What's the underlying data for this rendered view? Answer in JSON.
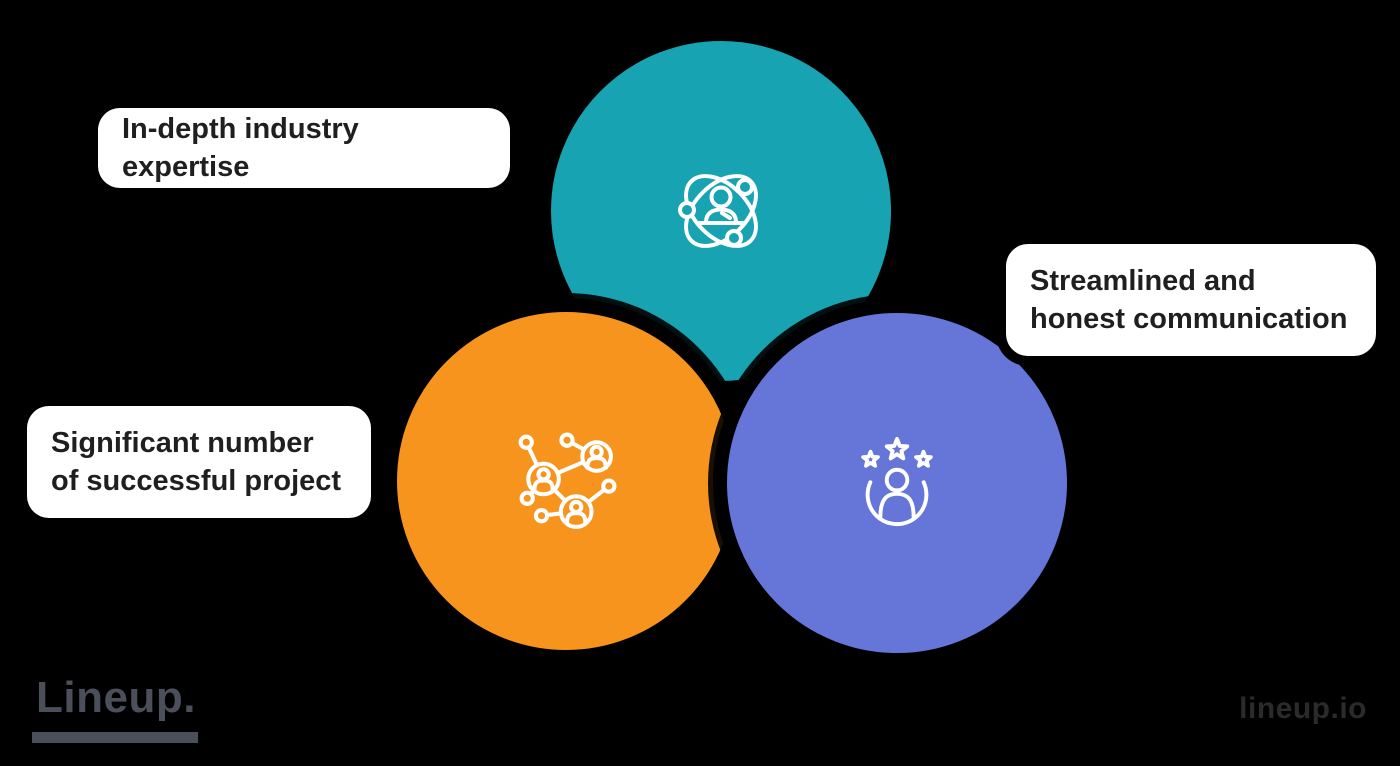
{
  "labels": {
    "expertise": "In-depth industry expertise",
    "communication": "Streamlined and honest communication",
    "projects": "Significant number of successful project"
  },
  "circles": {
    "expertise": {
      "color": "#17A3B1",
      "icon": "person-orbit-icon"
    },
    "projects": {
      "color": "#F7941E",
      "icon": "people-network-icon"
    },
    "communication": {
      "color": "#6575D8",
      "icon": "person-stars-icon"
    }
  },
  "colors": {
    "background": "#000000",
    "card_background": "#FFFFFF",
    "card_text": "#1F1F1F",
    "logo_text": "#4B4F59",
    "watermark_text": "#2B2B2B",
    "icon_stroke": "#FFFFFF"
  },
  "footer": {
    "logo": "Lineup.",
    "watermark": "lineup.io"
  }
}
